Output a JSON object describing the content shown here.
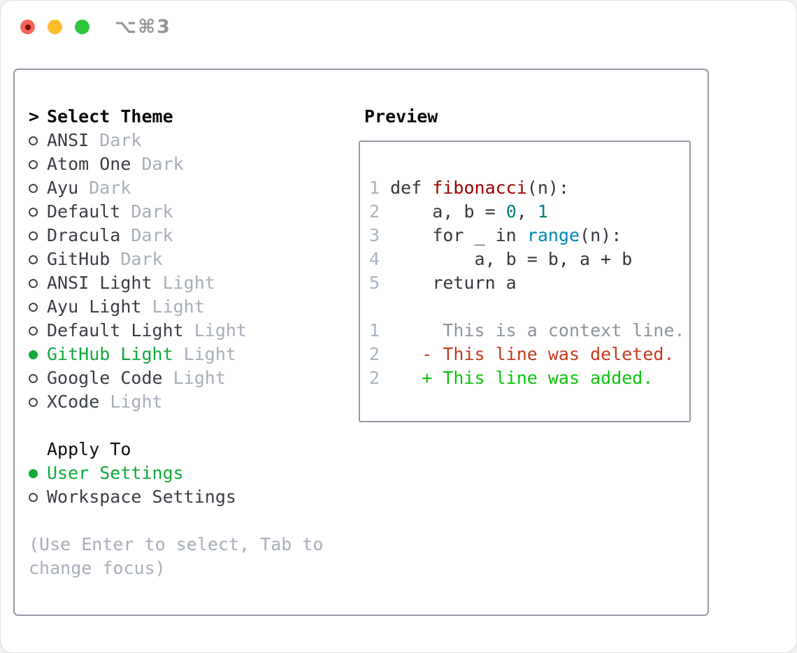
{
  "window": {
    "title": "⌥⌘3"
  },
  "colors": {
    "text": "#3a3e45",
    "muted": "#a7aeb9",
    "linenum": "#a8b4c2",
    "border": "#939ca9",
    "heading": "#0a0a0a",
    "select-green": "#10a93a",
    "added": "#0cc30c",
    "deleted": "#c33b22",
    "func": "#990000",
    "number": "#008080",
    "builtin": "#0086b3",
    "plain": "#33383e",
    "context": "#8d949c",
    "light-red": "#f5655c",
    "light-yellow": "#fdbd2e",
    "light-green": "#2fc63f",
    "title-gray": "#96969a"
  },
  "theme_picker": {
    "header": {
      "prefix": ">",
      "label": "Select Theme"
    },
    "items": [
      {
        "name": "ANSI",
        "variant": "Dark",
        "selected": false
      },
      {
        "name": "Atom One",
        "variant": "Dark",
        "selected": false
      },
      {
        "name": "Ayu",
        "variant": "Dark",
        "selected": false
      },
      {
        "name": "Default",
        "variant": "Dark",
        "selected": false
      },
      {
        "name": "Dracula",
        "variant": "Dark",
        "selected": false
      },
      {
        "name": "GitHub",
        "variant": "Dark",
        "selected": false
      },
      {
        "name": "ANSI Light",
        "variant": "Light",
        "selected": false
      },
      {
        "name": "Ayu Light",
        "variant": "Light",
        "selected": false
      },
      {
        "name": "Default Light",
        "variant": "Light",
        "selected": false
      },
      {
        "name": "GitHub Light",
        "variant": "Light",
        "selected": true
      },
      {
        "name": "Google Code",
        "variant": "Light",
        "selected": false
      },
      {
        "name": "XCode",
        "variant": "Light",
        "selected": false
      }
    ],
    "apply_to": {
      "header": "Apply To",
      "options": [
        {
          "label": "User Settings",
          "selected": true
        },
        {
          "label": "Workspace Settings",
          "selected": false
        }
      ]
    },
    "hint_lines": [
      "(Use Enter to select, Tab to",
      "change focus)"
    ]
  },
  "preview": {
    "header": "Preview",
    "code_lines": [
      {
        "num": "1",
        "tokens": [
          {
            "text": "def ",
            "cls": "plain"
          },
          {
            "text": "fibonacci",
            "cls": "func"
          },
          {
            "text": "(n):",
            "cls": "plain"
          }
        ]
      },
      {
        "num": "2",
        "tokens": [
          {
            "text": "    a, b = ",
            "cls": "plain"
          },
          {
            "text": "0",
            "cls": "num"
          },
          {
            "text": ", ",
            "cls": "plain"
          },
          {
            "text": "1",
            "cls": "num"
          }
        ]
      },
      {
        "num": "3",
        "tokens": [
          {
            "text": "    for _ in ",
            "cls": "plain"
          },
          {
            "text": "range",
            "cls": "builtin"
          },
          {
            "text": "(n):",
            "cls": "plain"
          }
        ]
      },
      {
        "num": "4",
        "tokens": [
          {
            "text": "        a, b = b, a + b",
            "cls": "plain"
          }
        ]
      },
      {
        "num": "5",
        "tokens": [
          {
            "text": "    return a",
            "cls": "plain"
          }
        ]
      }
    ],
    "diff_lines": [
      {
        "num": "1",
        "indent": "      ",
        "text": "This is a context line.",
        "cls": "context"
      },
      {
        "num": "2",
        "indent": "    ",
        "text": "- This line was deleted.",
        "cls": "deleted"
      },
      {
        "num": "2",
        "indent": "    ",
        "text": "+ This line was added.",
        "cls": "added"
      }
    ]
  }
}
